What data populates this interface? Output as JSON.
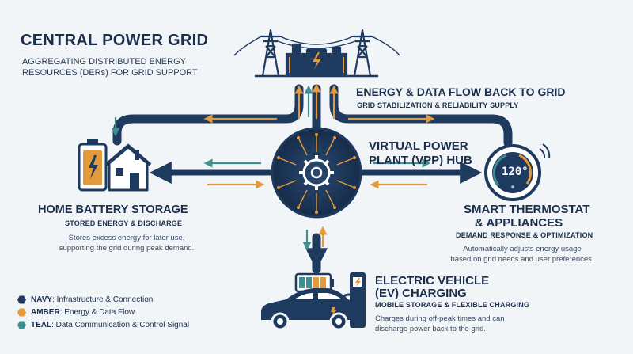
{
  "colors": {
    "navy": "#1f3a5f",
    "amber": "#e39a3b",
    "teal": "#3d8f92",
    "background": "#f2f5f8"
  },
  "header": {
    "title": "CENTRAL POWER GRID",
    "subtitle_line1": "AGGREGATING DISTRIBUTED ENERGY",
    "subtitle_line2": "RESOURCES (DERs) FOR GRID SUPPORT"
  },
  "flow": {
    "title": "ENERGY & DATA FLOW BACK TO GRID",
    "subtitle": "GRID STABILIZATION & RELIABILITY SUPPLY"
  },
  "hub": {
    "title_line1": "VIRTUAL POWER",
    "title_line2": "PLANT (VPP) HUB",
    "icon": "gear-circuit-icon"
  },
  "home": {
    "title": "HOME BATTERY STORAGE",
    "subtitle": "STORED ENERGY & DISCHARGE",
    "desc_line1": "Stores excess energy for later use,",
    "desc_line2": "supporting the grid during peak demand.",
    "icon": "house-battery-icon"
  },
  "thermostat": {
    "title_line1": "SMART THERMOSTAT",
    "title_line2": "& APPLIANCES",
    "subtitle": "DEMAND RESPONSE & OPTIMIZATION",
    "desc_line1": "Automatically adjusts energy usage",
    "desc_line2": "based on grid needs and user preferences.",
    "display": "120°",
    "icon": "thermostat-icon"
  },
  "ev": {
    "title_line1": "ELECTRIC VEHICLE",
    "title_line2": "(EV) CHARGING",
    "subtitle": "MOBILE STORAGE & FLEXIBLE CHARGING",
    "desc_line1": "Charges during off-peak times and can",
    "desc_line2": "discharge power back to the grid.",
    "icon": "car-charger-icon"
  },
  "legend": [
    {
      "key": "NAVY",
      "text": ": Infrastructure & Connection",
      "color": "#1f3a5f"
    },
    {
      "key": "AMBER",
      "text": ": Energy & Data Flow",
      "color": "#e39a3b"
    },
    {
      "key": "TEAL",
      "text": ": Data Communication & Control Signal",
      "color": "#3d8f92"
    }
  ]
}
